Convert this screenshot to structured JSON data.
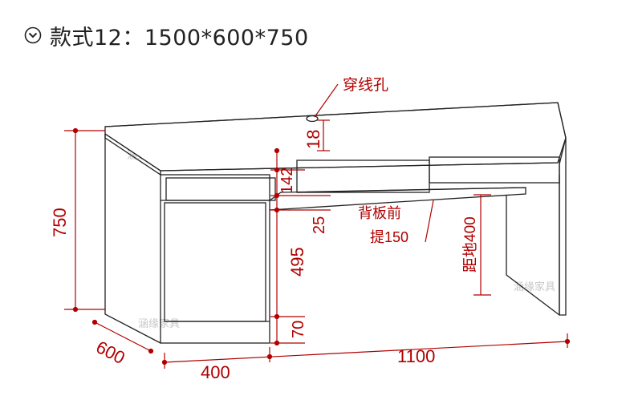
{
  "header": {
    "icon": "chevron-down-circle-icon",
    "title": "款式12：1500*600*750"
  },
  "annotations": {
    "cable_hole": "穿线孔",
    "back_panel_line1": "背板前",
    "back_panel_line2": "提150",
    "ground_clearance": "距地400"
  },
  "dimensions": {
    "total_height": "750",
    "depth": "600",
    "cabinet_width": "400",
    "desk_width": "1100",
    "hole_offset": "18",
    "drawer_height": "142",
    "panel_gap": "25",
    "cabinet_body": "495",
    "plinth": "70"
  },
  "watermark": "涵缘家具",
  "colors": {
    "dimension": "#b00000",
    "outline": "#222222",
    "watermark": "#c8c8c8"
  }
}
